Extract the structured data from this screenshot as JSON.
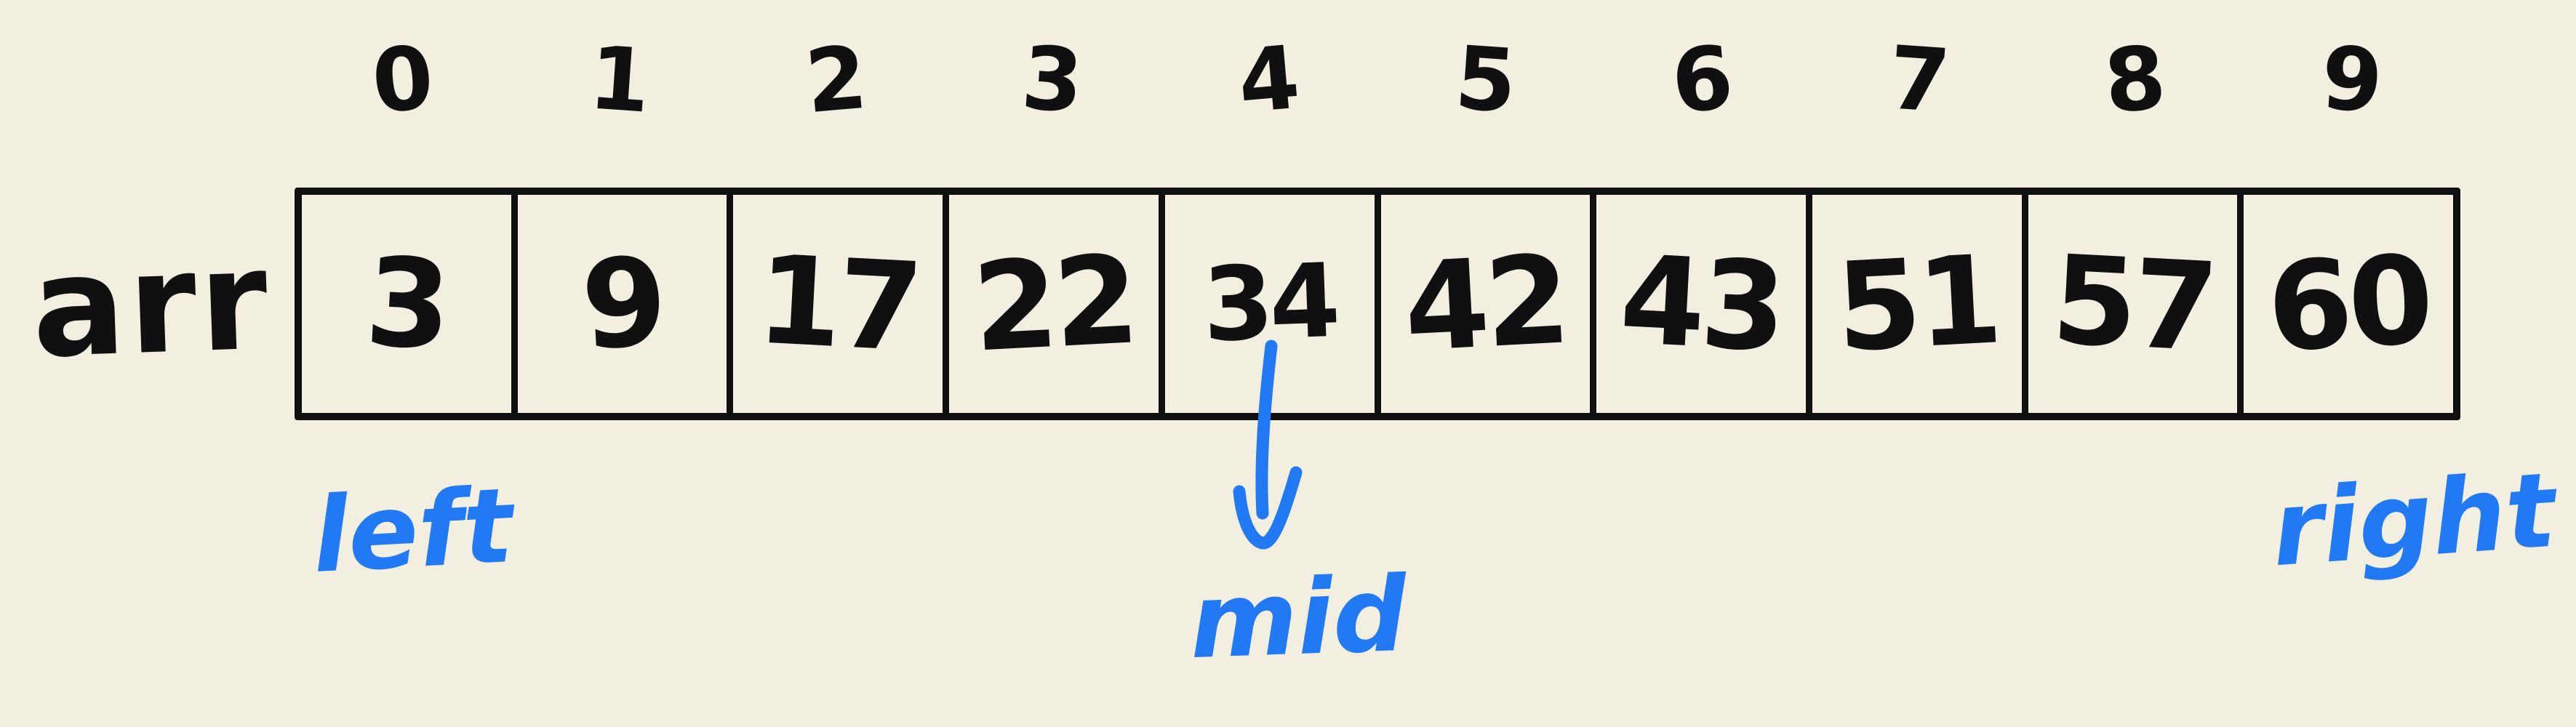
{
  "colors": {
    "background": "#f2efe1",
    "ink": "#101010",
    "pointer_blue": "#2179f4"
  },
  "array": {
    "name_label": "arr",
    "indices": [
      "0",
      "1",
      "2",
      "3",
      "4",
      "5",
      "6",
      "7",
      "8",
      "9"
    ],
    "values": [
      "3",
      "9",
      "17",
      "22",
      "34",
      "42",
      "43",
      "51",
      "57",
      "60"
    ]
  },
  "pointers": {
    "left_label": "left",
    "mid_label": "mid",
    "right_label": "right",
    "left_index": 0,
    "mid_index": 4,
    "right_index": 9
  }
}
